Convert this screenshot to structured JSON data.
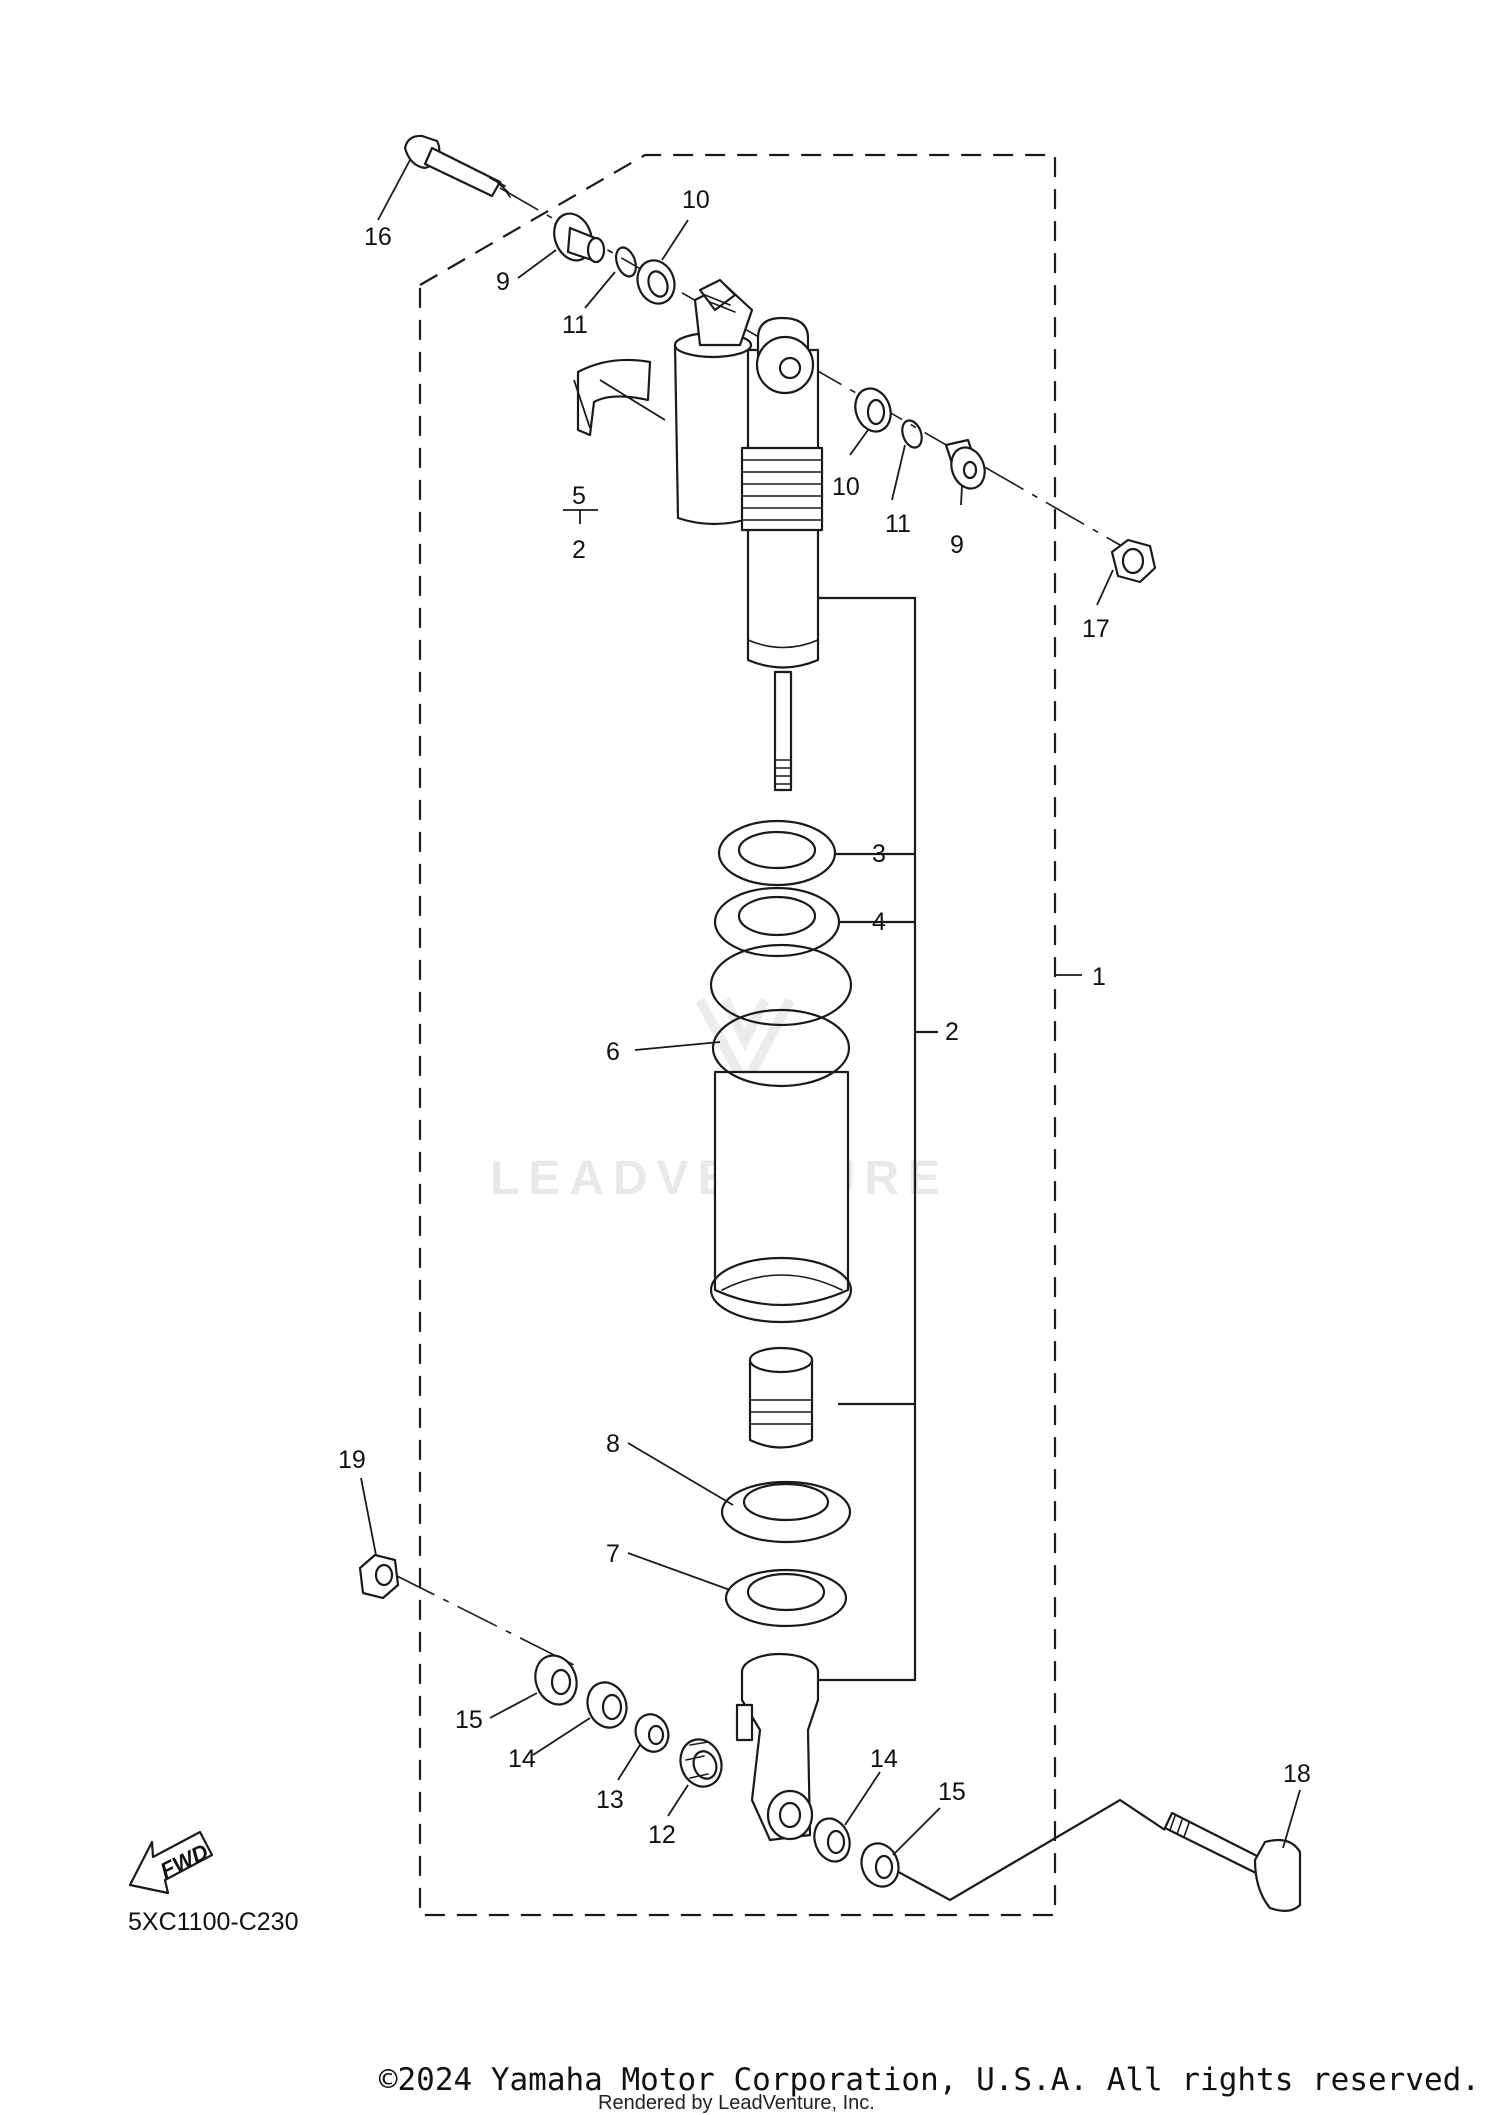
{
  "diagram_code": "5XC1100-C230",
  "watermark": "LEADVENTURE",
  "fwd_label": "FWD",
  "copyright": "©2024 Yamaha Motor Corporation, U.S.A. All rights reserved.",
  "rendered_by": "Rendered by LeadVenture, Inc.",
  "callouts": {
    "c1": "1",
    "c2_main": "2",
    "c2_sub": "2",
    "c3": "3",
    "c4": "4",
    "c5": "5",
    "c6": "6",
    "c7": "7",
    "c8": "8",
    "c9_top": "9",
    "c9_right": "9",
    "c10_top": "10",
    "c10_right": "10",
    "c11_top": "11",
    "c11_right": "11",
    "c12": "12",
    "c13": "13",
    "c14_left": "14",
    "c14_right": "14",
    "c15_left": "15",
    "c15_right": "15",
    "c16": "16",
    "c17": "17",
    "c18": "18",
    "c19": "19"
  }
}
